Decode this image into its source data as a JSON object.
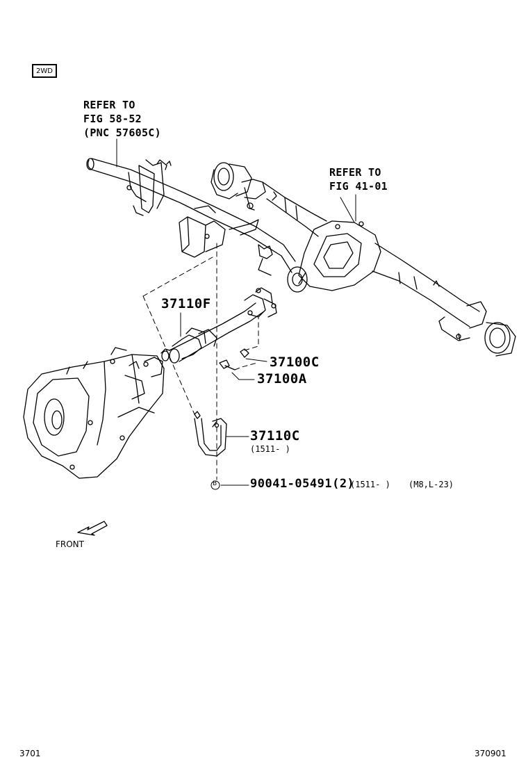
{
  "badge": "2WD",
  "refer_frame": {
    "line1": "REFER TO",
    "line2": "FIG 58-52",
    "line3": "(PNC 57605C)"
  },
  "refer_axle": {
    "line1": "REFER TO",
    "line2": "FIG 41-01"
  },
  "parts": {
    "p37110F": "37110F",
    "p37100C": "37100C",
    "p37100A": "37100A",
    "p37110C": "37110C",
    "p37110C_note": "(1511-     )",
    "bolt_marker": "B",
    "bolt_part": "90041-05491(2)",
    "bolt_range": "(1511-     )",
    "bolt_spec": "(M8,L-23)"
  },
  "front_label": "FRONT",
  "footer": {
    "left": "3701",
    "right": "370901"
  }
}
